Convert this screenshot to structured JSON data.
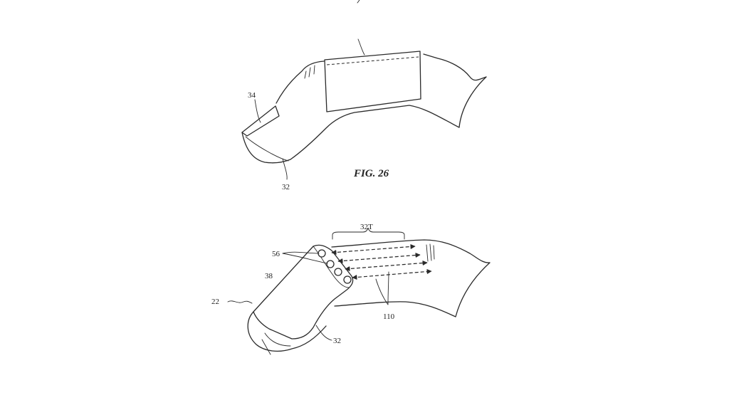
{
  "figure_top": {
    "caption": "FIG. 26",
    "labels": {
      "ref_34": "34",
      "ref_32": "32"
    }
  },
  "figure_bottom": {
    "labels": {
      "ref_32T": "32T",
      "ref_56": "56",
      "ref_38": "38",
      "ref_22": "22",
      "ref_110": "110",
      "ref_32": "32"
    }
  }
}
